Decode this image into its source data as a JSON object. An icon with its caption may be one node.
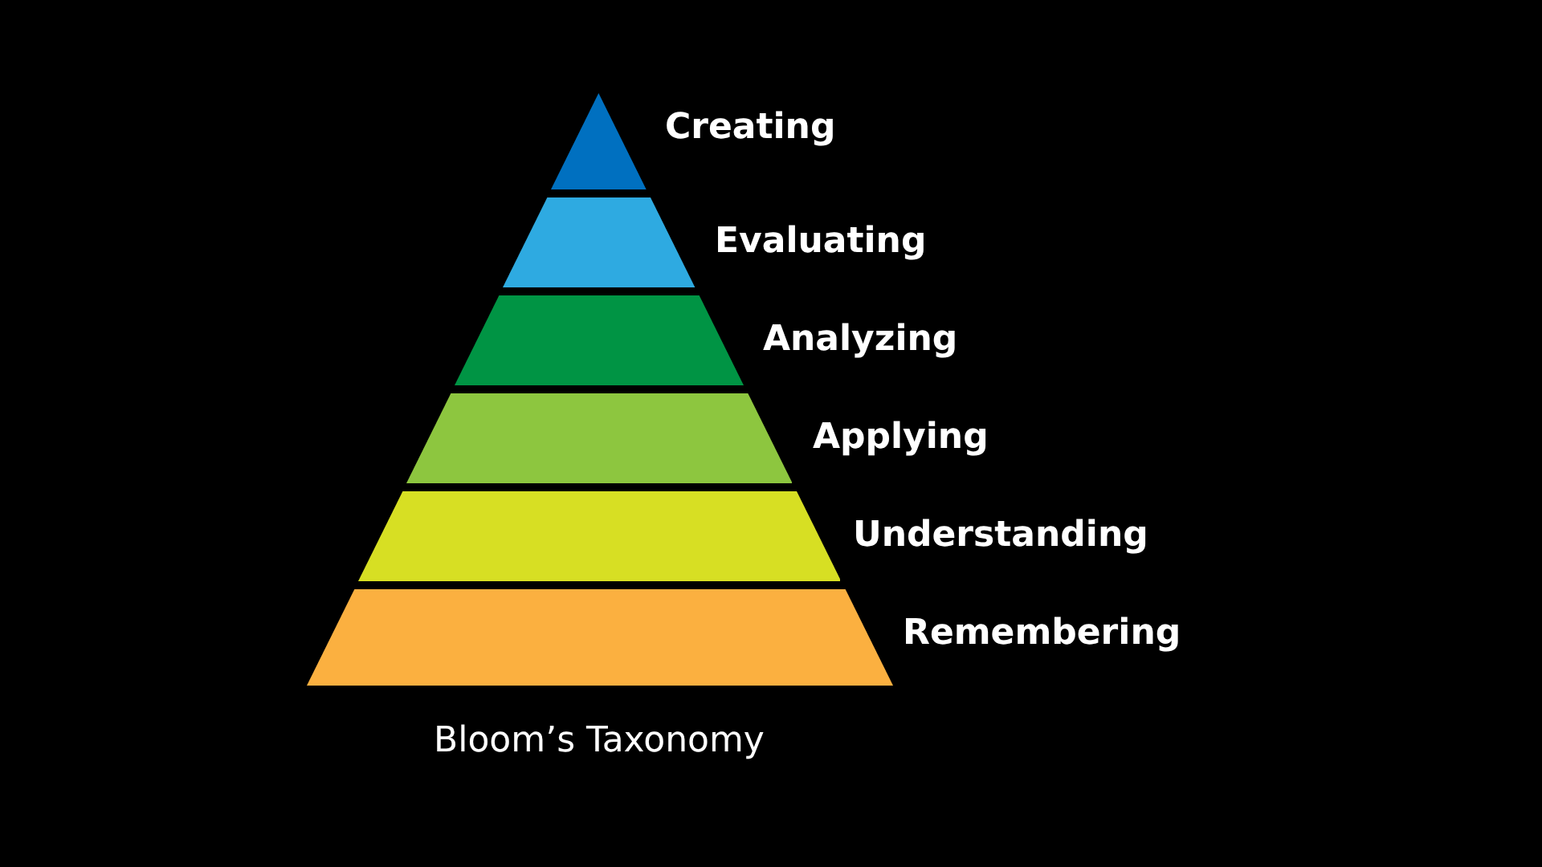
{
  "diagram": {
    "caption": "Bloom’s Taxonomy",
    "nodes": [
      {
        "text": [
          "Creating"
        ]
      },
      {
        "text": [
          "Evaluating"
        ]
      },
      {
        "text": [
          "Analyzing"
        ]
      },
      {
        "text": [
          "Applying"
        ]
      },
      {
        "text": [
          "Understanding"
        ]
      },
      {
        "text": [
          "Remembering"
        ]
      }
    ]
  }
}
